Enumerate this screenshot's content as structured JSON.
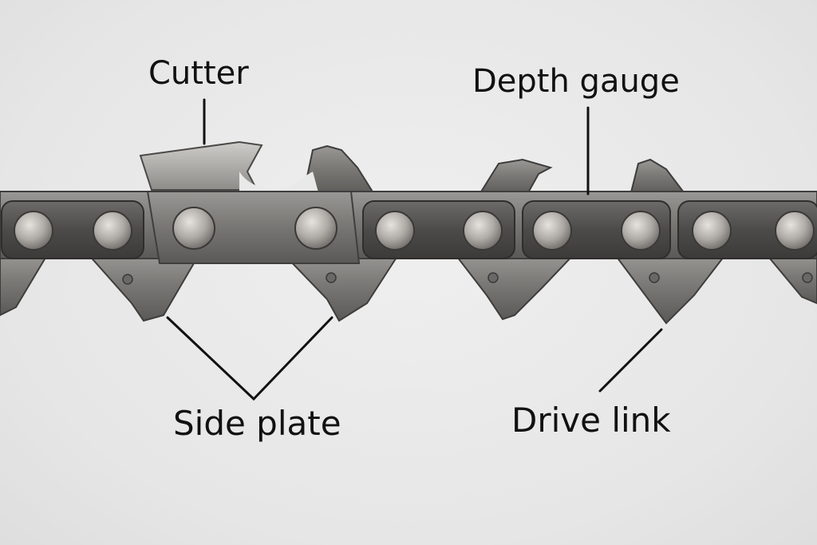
{
  "labels": {
    "cutter": "Cutter",
    "depth_gauge": "Depth gauge",
    "side_plate": "Side plate",
    "drive_link": "Drive link"
  },
  "colors": {
    "background": "#e9e9e9",
    "metal_dark": "#4f4f4f",
    "metal_mid": "#7a7876",
    "metal_light": "#a9a7a4",
    "rivet": "#bdbab6",
    "leader_line": "#111111"
  }
}
